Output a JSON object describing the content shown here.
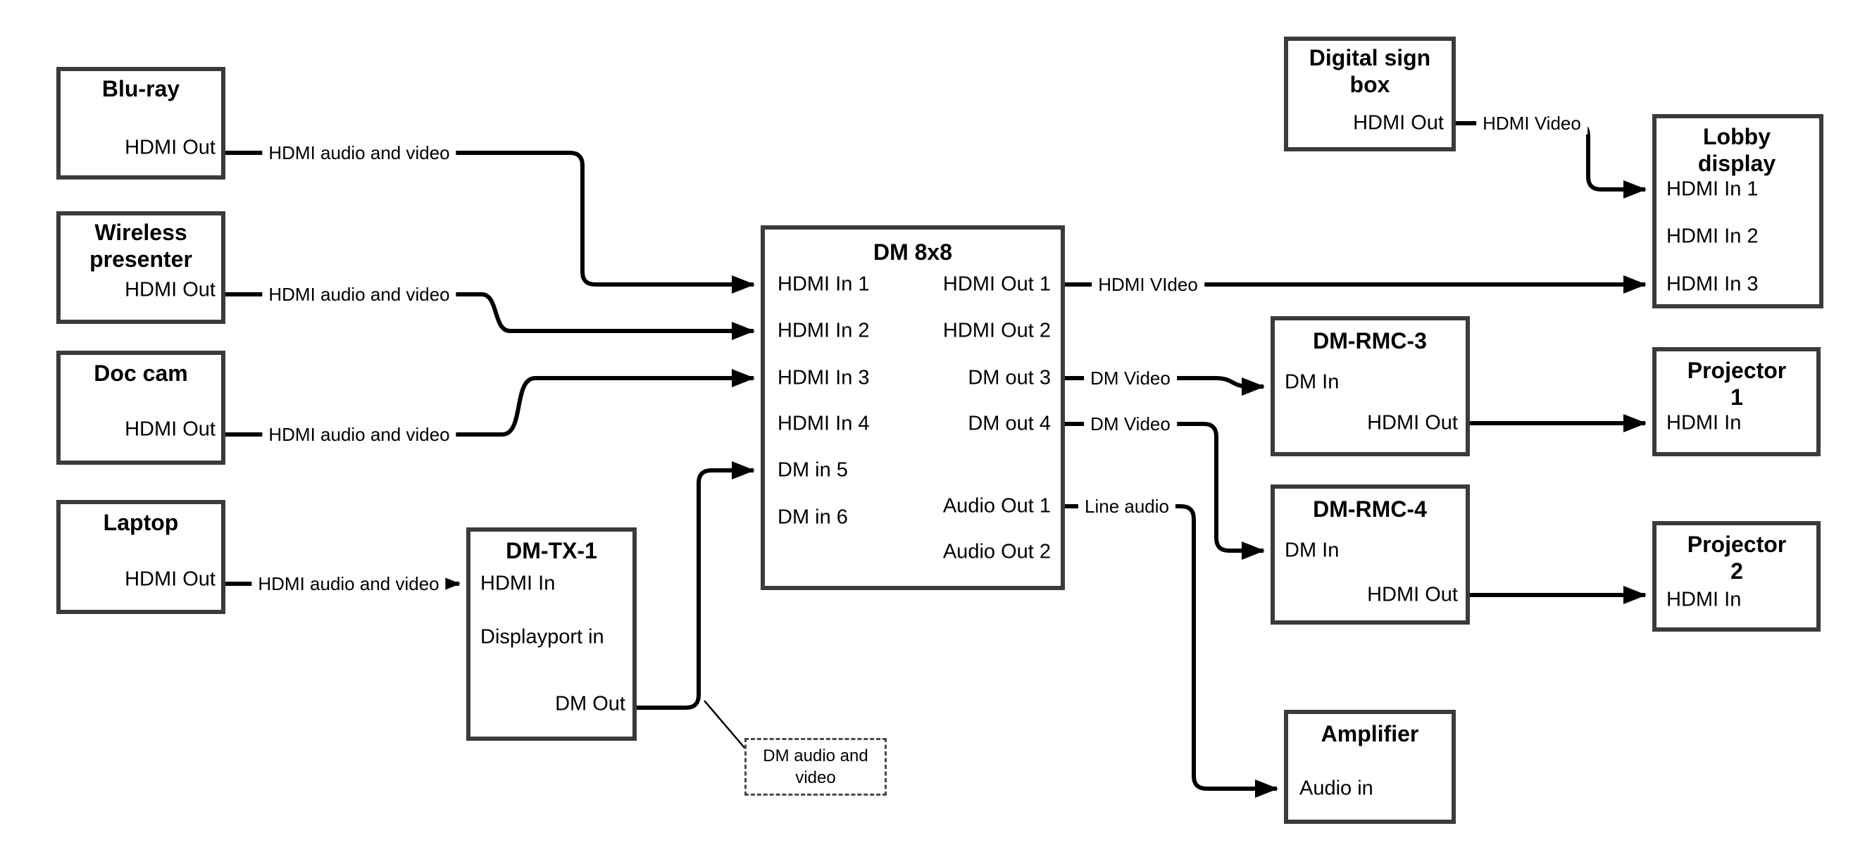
{
  "colors": {
    "background": "#ffffff",
    "box_border": "#3b3b3b",
    "line": "#000000",
    "text": "#000000"
  },
  "nodes": {
    "blu_ray": {
      "title": "Blu-ray",
      "ports": {
        "hdmi_out": "HDMI Out"
      }
    },
    "wireless": {
      "title": "Wireless presenter",
      "ports": {
        "hdmi_out": "HDMI Out"
      }
    },
    "doc_cam": {
      "title": "Doc cam",
      "ports": {
        "hdmi_out": "HDMI Out"
      }
    },
    "laptop": {
      "title": "Laptop",
      "ports": {
        "hdmi_out": "HDMI Out"
      }
    },
    "dm_tx_1": {
      "title": "DM-TX-1",
      "ports": {
        "hdmi_in": "HDMI In",
        "displayport_in": "Displayport in",
        "dm_out": "DM Out"
      }
    },
    "dm_8x8": {
      "title": "DM 8x8",
      "ports_left": [
        "HDMI In 1",
        "HDMI In 2",
        "HDMI In 3",
        "HDMI In 4",
        "DM in 5",
        "DM in 6"
      ],
      "ports_right": [
        "HDMI Out 1",
        "HDMI Out 2",
        "DM out 3",
        "DM out 4",
        "Audio Out 1",
        "Audio Out 2"
      ]
    },
    "digital_sign": {
      "title": "Digital sign box",
      "ports": {
        "hdmi_out": "HDMI Out"
      }
    },
    "lobby_display": {
      "title": "Lobby display",
      "ports_left": [
        "HDMI In 1",
        "HDMI In 2",
        "HDMI In 3"
      ]
    },
    "dm_rmc_3": {
      "title": "DM-RMC-3",
      "ports": {
        "dm_in": "DM In",
        "hdmi_out": "HDMI Out"
      }
    },
    "projector_1": {
      "title": "Projector 1",
      "ports": {
        "hdmi_in": "HDMI In"
      }
    },
    "dm_rmc_4": {
      "title": "DM-RMC-4",
      "ports": {
        "dm_in": "DM In",
        "hdmi_out": "HDMI Out"
      }
    },
    "projector_2": {
      "title": "Projector 2",
      "ports": {
        "hdmi_in": "HDMI In"
      }
    },
    "amplifier": {
      "title": "Amplifier",
      "ports": {
        "audio_in": "Audio in"
      }
    }
  },
  "edge_labels": {
    "bluray_line": "HDMI audio and video",
    "wireless_line": "HDMI audio and video",
    "doccam_line": "HDMI audio and video",
    "laptop_line": "HDMI audio and video",
    "sign_line": "HDMI Video",
    "out1_line": "HDMI VIdeo",
    "out3_line": "DM Video",
    "out4_line": "DM Video",
    "audio1_line": "Line audio"
  },
  "note": {
    "text": "DM audio and video"
  }
}
